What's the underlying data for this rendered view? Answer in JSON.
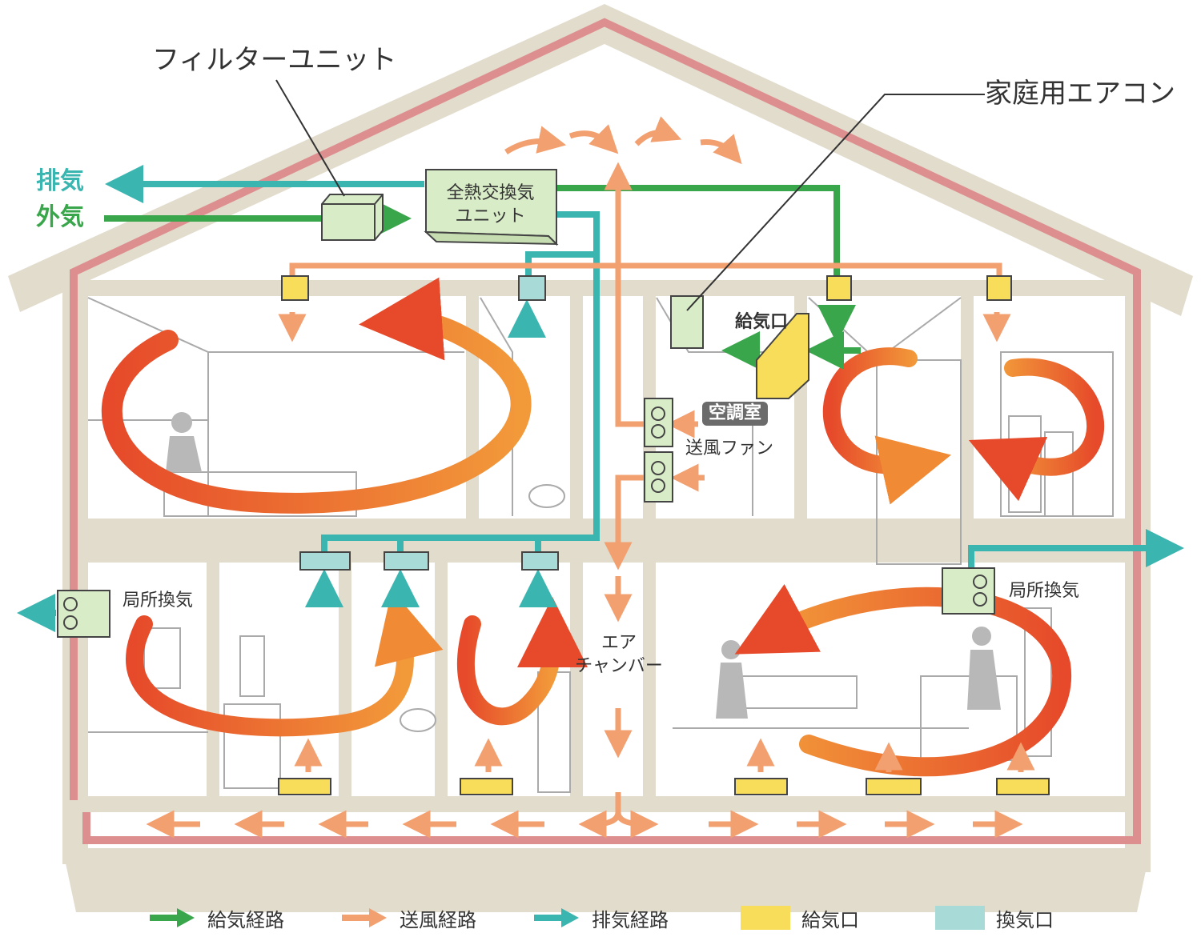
{
  "labels": {
    "filter_unit": "フィルターユニット",
    "home_aircon": "家庭用エアコン",
    "exhaust": "排気",
    "outside_air": "外気",
    "erv_unit": "全熱交換気\nユニット",
    "supply_port": "給気口",
    "ac_room": "空調室",
    "blower_fan": "送風ファン",
    "air_chamber": "エア\nチャンバー",
    "local_vent_left": "局所換気",
    "local_vent_right": "局所換気"
  },
  "legend": [
    {
      "label": "給気経路",
      "kind": "arrow",
      "color": "#3aa64c"
    },
    {
      "label": "送風経路",
      "kind": "arrow",
      "color": "#f2a070"
    },
    {
      "label": "排気経路",
      "kind": "arrow",
      "color": "#3bb5b0"
    },
    {
      "label": "給気口",
      "kind": "swatch",
      "color": "#f7dd5a"
    },
    {
      "label": "換気口",
      "kind": "swatch",
      "color": "#a8dad8"
    }
  ],
  "colors": {
    "house_wall": "#e2dccd",
    "insulation": "#dd8f8f",
    "supply_green": "#3aa64c",
    "blow_orange": "#f2a070",
    "exhaust_teal": "#3bb5b0",
    "unit_green": "#d9ecc8",
    "supply_yellow": "#f7dd5a",
    "vent_teal": "#a8dad8",
    "circulation_red": "#e64a2a",
    "circulation_orange": "#f29a3a"
  }
}
